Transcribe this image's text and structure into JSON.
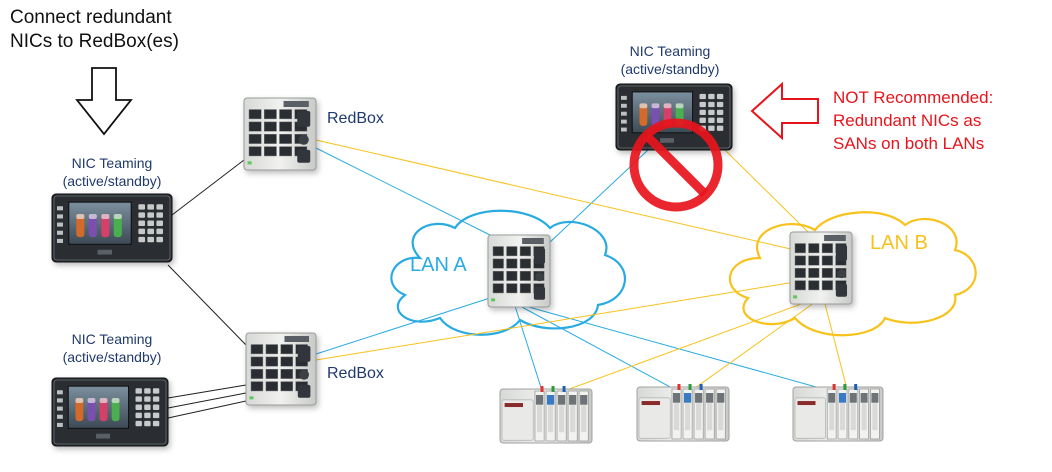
{
  "instruction": {
    "line1": "Connect redundant",
    "line2": "NICs to RedBox(es)"
  },
  "redboxes": [
    {
      "label": "RedBox"
    },
    {
      "label": "RedBox"
    }
  ],
  "nic_teaming_top": {
    "line1": "NIC Teaming",
    "line2": "(active/standby)"
  },
  "nic_teaming_mid": {
    "line1": "NIC Teaming",
    "line2": "(active/standby)"
  },
  "nic_teaming_bottom": {
    "line1": "NIC Teaming",
    "line2": "(active/standby)"
  },
  "warning": {
    "line1": "NOT Recommended:",
    "line2": "Redundant NICs as",
    "line3": "SANs on both LANs"
  },
  "lan_a": {
    "label": "LAN A"
  },
  "lan_b": {
    "label": "LAN B"
  },
  "colors": {
    "lan_a": "#29abe2",
    "lan_b": "#f7c21b",
    "warning": "#e8141c",
    "connector": "#222222",
    "device_label": "#1f3a6e"
  }
}
